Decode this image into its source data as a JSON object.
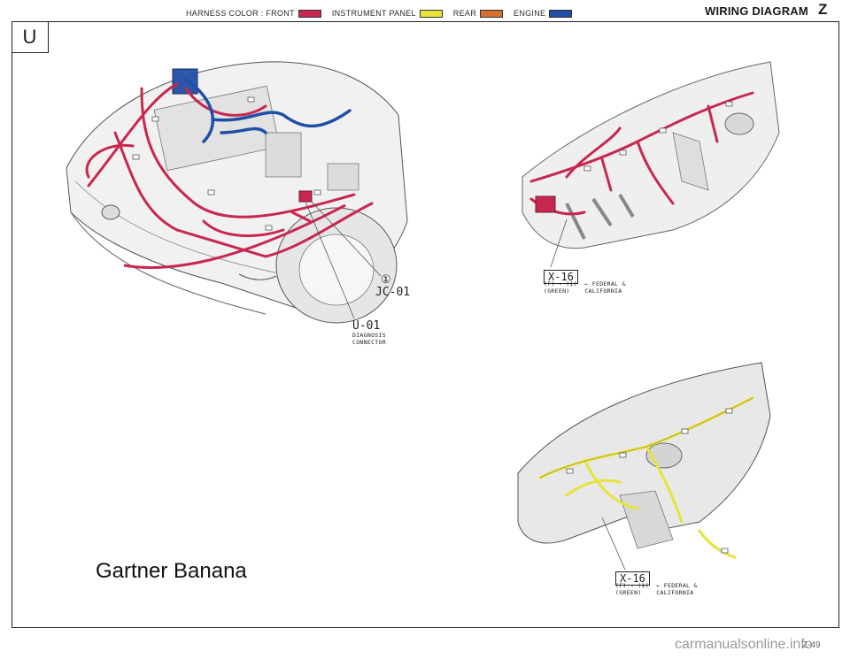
{
  "header": {
    "legend_label": "HARNESS COLOR : FRONT",
    "legend": [
      {
        "label": "",
        "color": "#c8284f"
      },
      {
        "label": "INSTRUMENT PANEL",
        "color": "#e8e23a"
      },
      {
        "label": "REAR",
        "color": "#d2722e"
      },
      {
        "label": "ENGINE",
        "color": "#1f4fa8"
      }
    ],
    "title": "WIRING DIAGRAM",
    "section_letter": "Z"
  },
  "section_box": "U",
  "engine_bay": {
    "callout_jc_num": "①",
    "callout_jc": "JC-01",
    "callout_u": "U-01",
    "callout_u_desc_1": "DIAGNOSIS",
    "callout_u_desc_2": "CONNECTOR"
  },
  "dash_upper": {
    "connector": "X-16",
    "row1": "(F) - (1)  ← FEDERAL &",
    "row2": "(GREEN)    CALIFORNIA"
  },
  "dash_lower": {
    "connector": "X-16",
    "row1": "(F) - (1)  ← FEDERAL &",
    "row2": "(GREEN)    CALIFORNIA"
  },
  "caption": "Gartner Banana",
  "page_number": "Z-49",
  "watermark": "carmanualsonline.info"
}
